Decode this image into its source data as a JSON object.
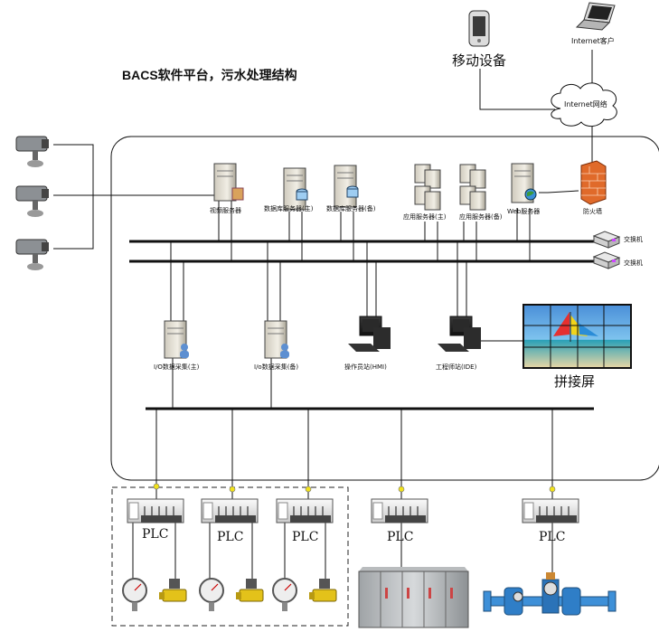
{
  "title": "BACS软件平台，污水处理结构",
  "internet": {
    "mobile_label": "移动设备",
    "client_label": "Internet客户",
    "cloud_label": "Internet网络"
  },
  "servers": {
    "video": "视频服务器",
    "db_main": "数据库服务器(主)",
    "db_backup": "数据库服务器(备)",
    "app_main": "应用服务器(主)",
    "app_backup": "应用服务器(备)",
    "web": "Web服务器",
    "firewall": "防火墙"
  },
  "switches": [
    "交换机",
    "交换机"
  ],
  "stations": {
    "io_main": "I/O数据采集(主)",
    "io_backup": "I/o数据采集(备)",
    "hmi": "操作员站(HMI)",
    "ide": "工程师站(IDE)",
    "video_wall": "拼接屏"
  },
  "plc_label": "PLC",
  "plcs": [
    "PLC",
    "PLC",
    "PLC",
    "PLC",
    "PLC"
  ]
}
